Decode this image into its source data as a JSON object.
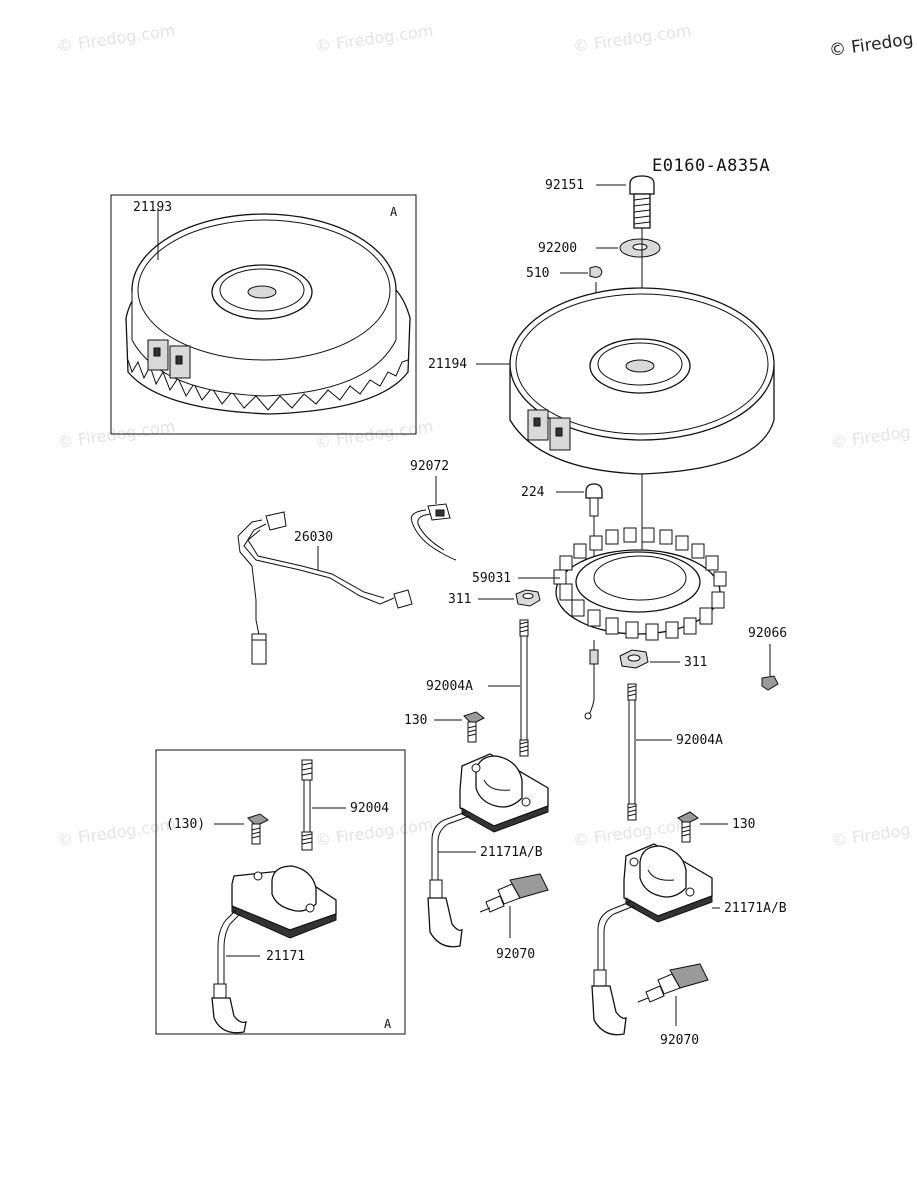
{
  "diagram_code": "E0160-A835A",
  "watermark_text": "© Firedog.com",
  "watermark_corner_text": "© Firedog",
  "inset_marker": "A",
  "callouts": {
    "p92151": "92151",
    "p92200": "92200",
    "p510": "510",
    "p21194": "21194",
    "p21193": "21193",
    "p92072": "92072",
    "p224": "224",
    "p26030": "26030",
    "p59031": "59031",
    "p311_left": "311",
    "p311_right": "311",
    "p92066": "92066",
    "p92004A_left": "92004A",
    "p92004A_right": "92004A",
    "p130_center": "130",
    "p130_right": "130",
    "p130_inset": "(130)",
    "p92004_inset": "92004",
    "p21171AB_center": "21171A/B",
    "p21171AB_right": "21171A/B",
    "p21171_inset": "21171",
    "p92070_center": "92070",
    "p92070_right": "92070"
  }
}
